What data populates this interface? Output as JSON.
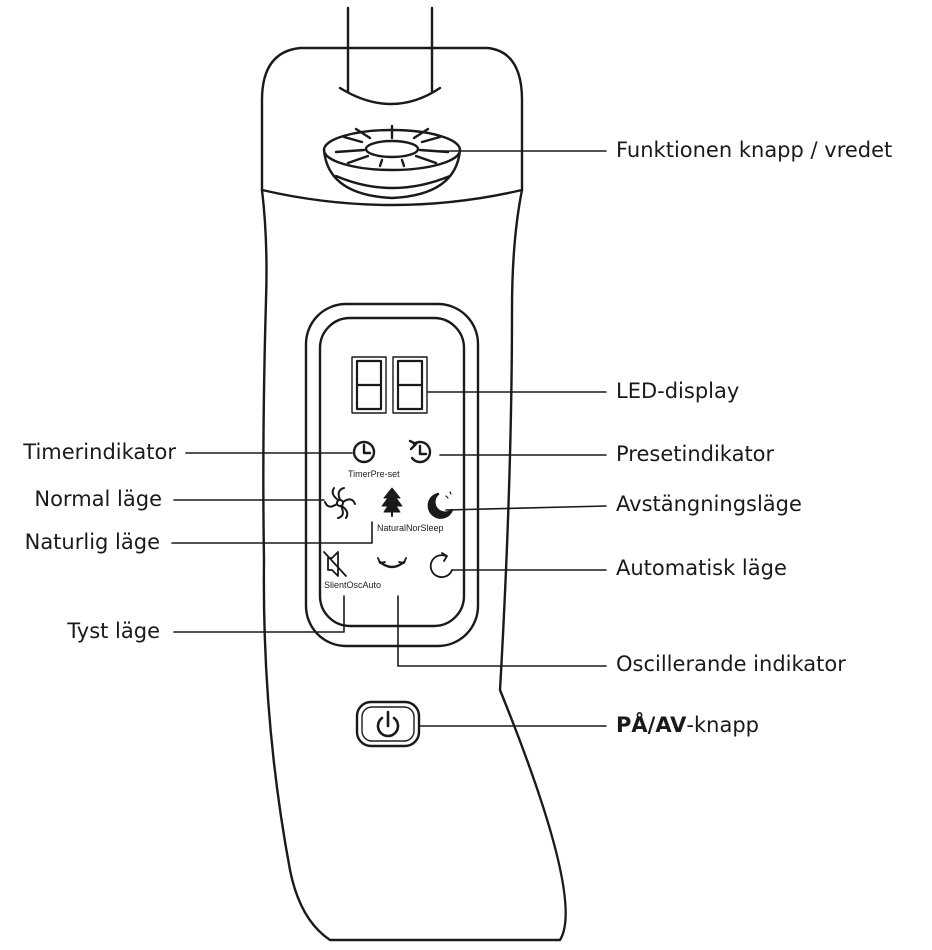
{
  "labels": {
    "function_knob": "Funktionen knapp / vredet",
    "led_display": "LED-display",
    "timer_indicator": "Timerindikator",
    "preset_indicator": "Presetindikator",
    "normal_mode": "Normal läge",
    "shutdown_mode": "Avstängningsläge",
    "natural_mode": "Naturlig läge",
    "automatic_mode": "Automatisk läge",
    "silent_mode": "Tyst läge",
    "oscillating_indicator": "Oscillerande indikator",
    "power_button_bold": "PÅ/AV",
    "power_button_suffix": "-knapp"
  },
  "panel_text": {
    "display_digits": "88",
    "timer_preset_caption": "TimerPre-set",
    "natural_normal_sleep_caption": "NaturalNorSleep",
    "silent_osc_auto_caption": "SlientOscAuto"
  },
  "icons": {
    "timer": "clock-icon",
    "preset": "clock-arrow-icon",
    "normal": "fan-icon",
    "natural": "tree-icon",
    "sleep": "moon-icon",
    "silent": "speaker-mute-icon",
    "oscillate": "oscillate-arrow-icon",
    "auto": "auto-icon",
    "power": "power-icon"
  }
}
